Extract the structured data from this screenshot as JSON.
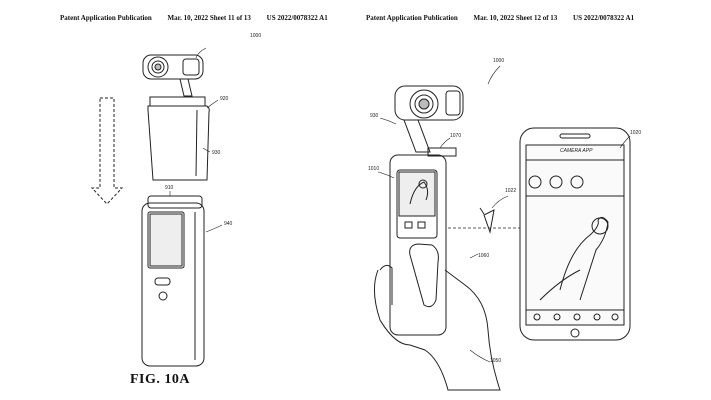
{
  "sheet_left": {
    "header": {
      "publication": "Patent Application Publication",
      "date_sheet": "Mar. 10, 2022  Sheet 11 of 13",
      "number": "US 2022/0078322 A1"
    },
    "caption": "FIG. 10A",
    "refs": [
      "1000",
      "920",
      "930",
      "910",
      "940"
    ]
  },
  "sheet_right": {
    "header": {
      "publication": "Patent Application Publication",
      "date_sheet": "Mar. 10, 2022  Sheet 12 of 13",
      "number": "US 2022/0078322 A1"
    },
    "refs": [
      "1000",
      "930",
      "1070",
      "1010",
      "1020",
      "1022",
      "1060",
      "1050"
    ],
    "phone_app_title": "CAMERA APP"
  }
}
